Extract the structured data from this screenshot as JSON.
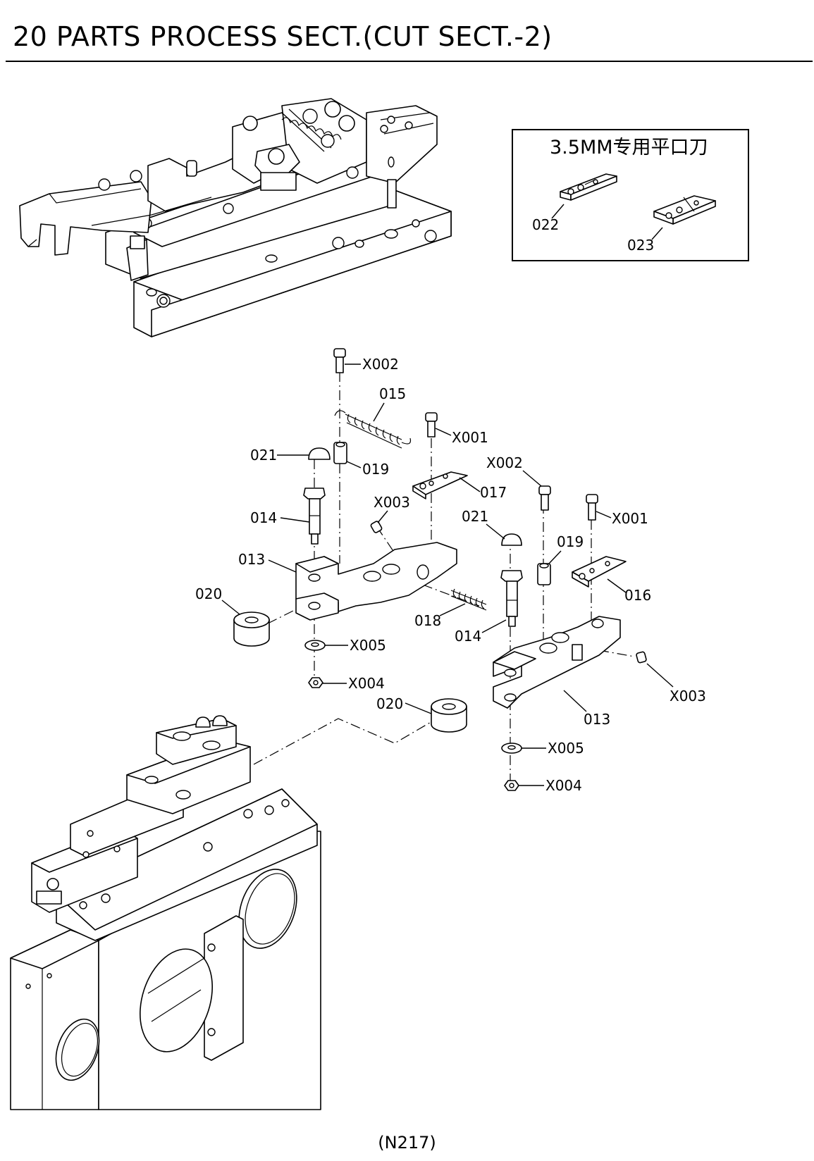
{
  "page": {
    "title": "20 PARTS PROCESS SECT.(CUT SECT.-2)",
    "page_code": "(N217)"
  },
  "inset": {
    "title": "3.5MM专用平口刀",
    "parts": [
      {
        "number": "022",
        "name": "flat-blade-a"
      },
      {
        "number": "023",
        "name": "flat-blade-b"
      }
    ]
  },
  "callouts": {
    "x002_top": "X002",
    "p015": "015",
    "x001_left": "X001",
    "p021_left": "021",
    "p019_left": "019",
    "p017": "017",
    "x002_right": "X002",
    "x003_left": "X003",
    "p014_left": "014",
    "p021_right": "021",
    "x001_right": "X001",
    "p019_right": "019",
    "p013_left": "013",
    "p016": "016",
    "p020_left": "020",
    "p018": "018",
    "p014_right": "014",
    "x005_left": "X005",
    "x004_left": "X004",
    "x003_right": "X003",
    "p020_right": "020",
    "p013_right": "013",
    "x005_right": "X005",
    "x004_right": "X004"
  },
  "icons": {
    "top_assembly": "cutter-assembly-icon",
    "base_assembly": "machine-base-icon"
  }
}
